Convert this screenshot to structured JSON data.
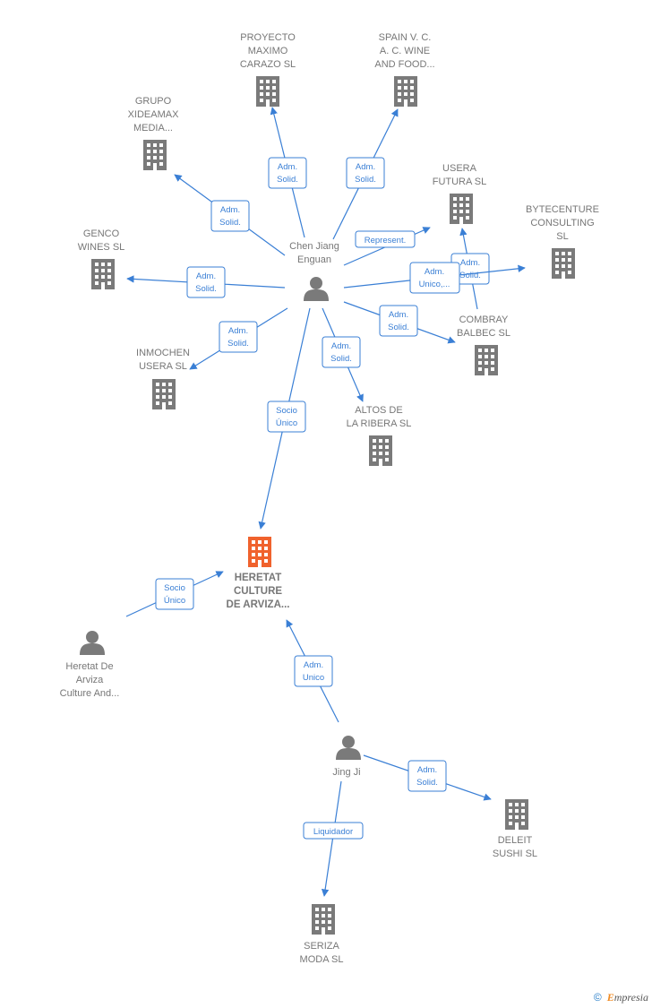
{
  "nodes": {
    "proyecto": [
      "PROYECTO",
      "MAXIMO",
      "CARAZO SL"
    ],
    "spain": [
      "SPAIN V.  C.",
      "A. C. WINE",
      "AND FOOD..."
    ],
    "grupo": [
      "GRUPO",
      "XIDEAMAX",
      "MEDIA..."
    ],
    "usera_futura": [
      "USERA",
      "FUTURA  SL"
    ],
    "bytecenture": [
      "BYTECENTURE",
      "CONSULTING",
      "SL"
    ],
    "genco": [
      "GENCO",
      "WINES  SL"
    ],
    "chen": [
      "Chen Jiang",
      "Enguan"
    ],
    "combray": [
      "COMBRAY",
      "BALBEC  SL"
    ],
    "inmochen": [
      "INMOCHEN",
      "USERA  SL"
    ],
    "altos": [
      "ALTOS DE",
      "LA RIBERA  SL"
    ],
    "heretat": [
      "HERETAT",
      "CULTURE",
      "DE ARVIZA..."
    ],
    "heretat_de": [
      "Heretat De",
      "Arviza",
      "Culture And..."
    ],
    "jingji": [
      "Jing Ji"
    ],
    "deleit": [
      "DELEIT",
      "SUSHI  SL"
    ],
    "seriza": [
      "SERIZA",
      "MODA SL"
    ]
  },
  "edges": {
    "proyecto": [
      "Adm.",
      "Solid."
    ],
    "spain": [
      "Adm.",
      "Solid."
    ],
    "grupo": [
      "Adm.",
      "Solid."
    ],
    "represent": [
      "Represent."
    ],
    "usera": [
      "Adm.",
      "Solid."
    ],
    "byte": [
      "Adm.",
      "Unico,..."
    ],
    "genco": [
      "Adm.",
      "Solid."
    ],
    "combray": [
      "Adm.",
      "Solid."
    ],
    "inmochen": [
      "Adm.",
      "Solid."
    ],
    "altos": [
      "Adm.",
      "Solid."
    ],
    "socio_chen": [
      "Socio",
      "Único"
    ],
    "socio_heretat": [
      "Socio",
      "Único"
    ],
    "adm_jing": [
      "Adm.",
      "Unico"
    ],
    "deleit": [
      "Adm.",
      "Solid."
    ],
    "liquidador": [
      "Liquidador"
    ]
  },
  "colors": {
    "edge": "#3a7fd5",
    "building": "#7a7a7a",
    "focus_building": "#f0622d",
    "person": "#7a7a7a"
  },
  "icons": {
    "building": "building-icon",
    "person": "person-icon"
  },
  "footer": {
    "copyright": "©",
    "brand_initial": "E",
    "brand_rest": "mpresia"
  }
}
